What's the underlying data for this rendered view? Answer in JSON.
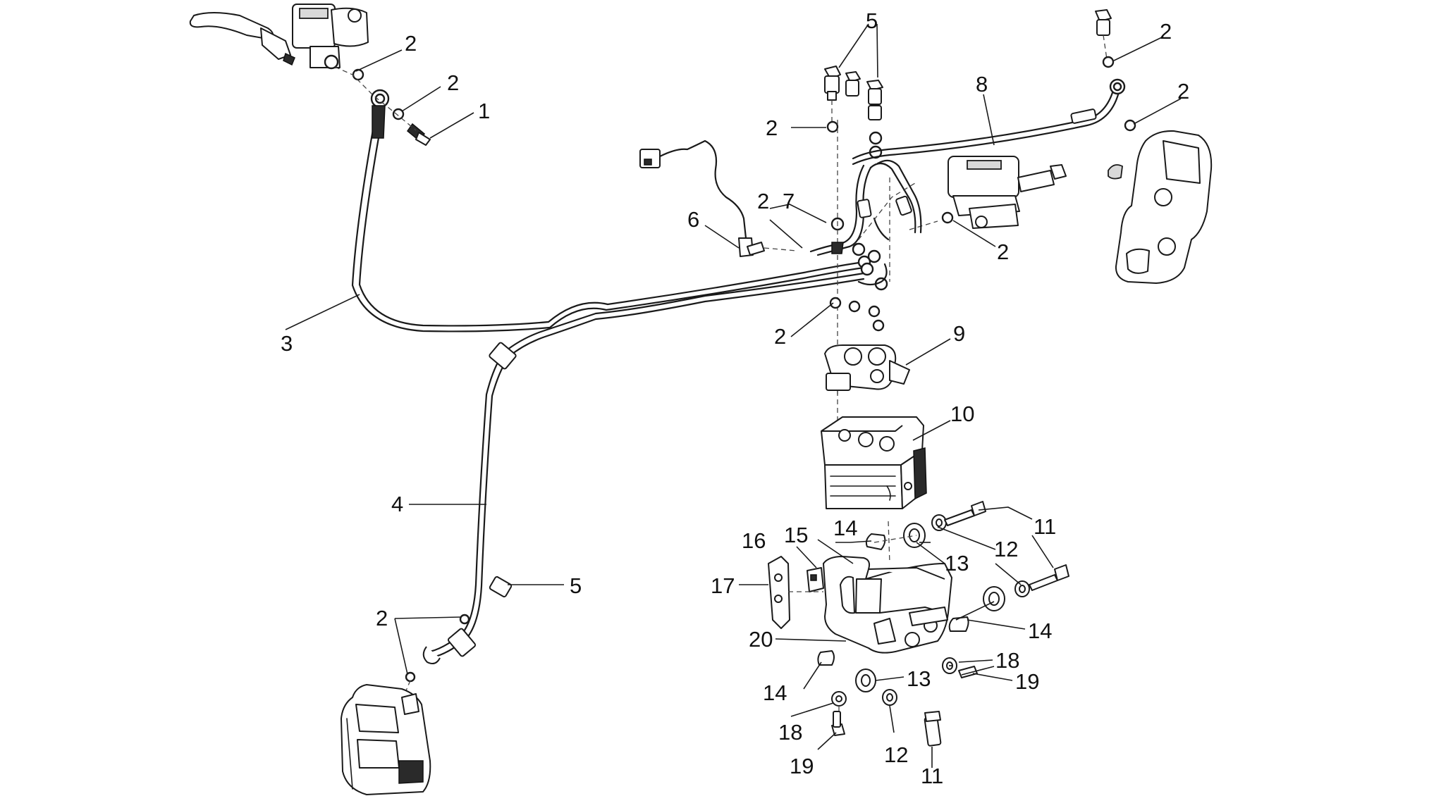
{
  "callouts": {
    "c1": "1",
    "c2": "2",
    "c3": "3",
    "c4": "4",
    "c5": "5",
    "c6": "6",
    "c7": "7",
    "c8": "8",
    "c9": "9",
    "c10": "10",
    "c11": "11",
    "c12": "12",
    "c13": "13",
    "c14": "14",
    "c15": "15",
    "c16": "16",
    "c17": "17",
    "c18": "18",
    "c19": "19",
    "c20": "20"
  },
  "parts": [
    "front-brake-lever-master-cylinder",
    "rear-brake-master-cylinder",
    "front-brake-caliper",
    "rear-brake-caliper",
    "abs-modulator",
    "abs-support-bracket",
    "brake-hoses"
  ]
}
